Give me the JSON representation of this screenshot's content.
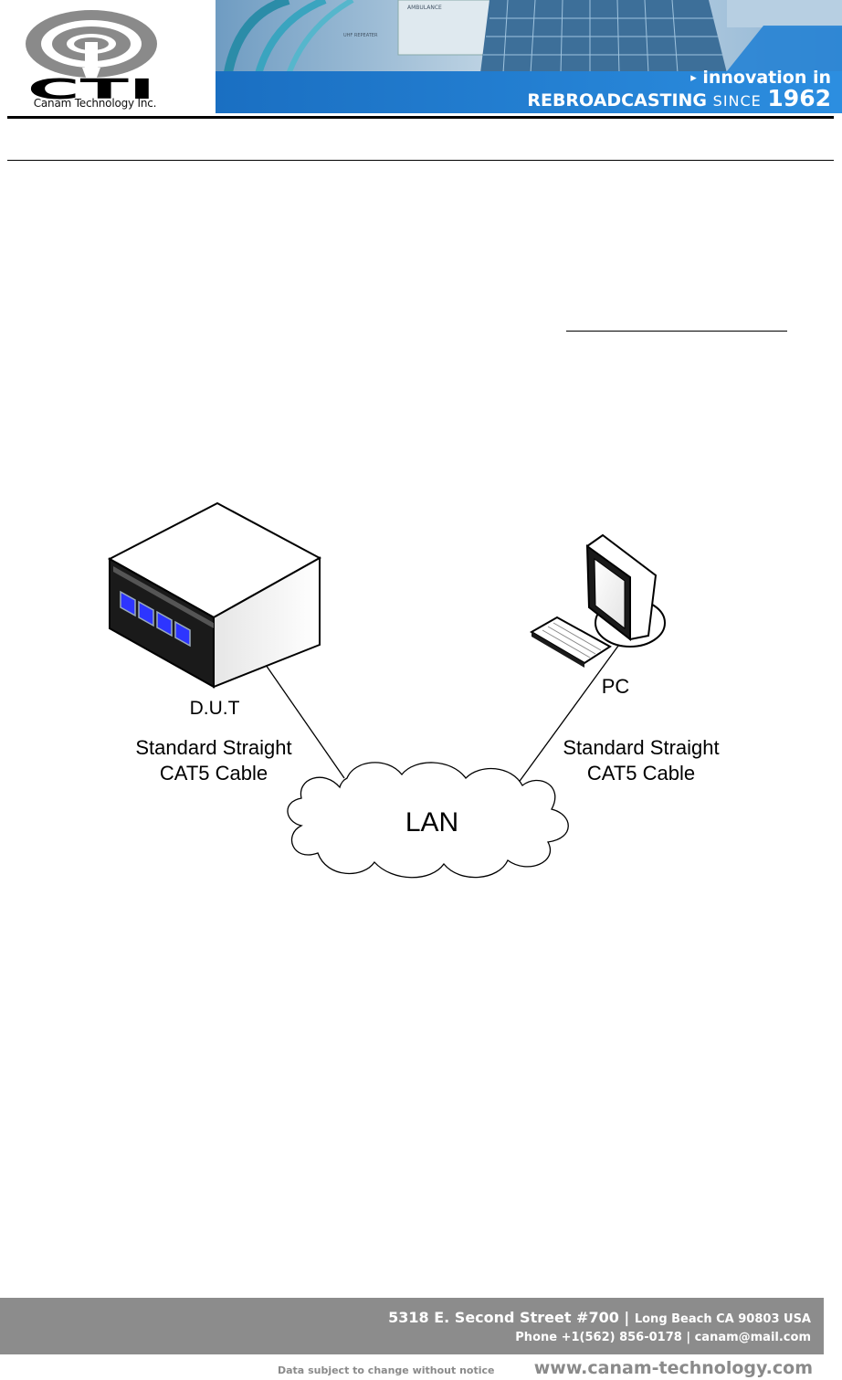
{
  "header": {
    "logo_text": "CTI",
    "company_name": "Canam Technology Inc.",
    "banner_signs": [
      "AMBULANCE",
      "UHF REPEATER"
    ],
    "tagline_arrow": "▸",
    "tagline_line1": "innovation in",
    "tagline_word": "REBROADCASTING",
    "tagline_since": "SINCE",
    "tagline_year": "1962"
  },
  "diagram": {
    "device_label": "D.U.T",
    "pc_label": "PC",
    "left_cable_line1": "Standard Straight",
    "left_cable_line2": "CAT5 Cable",
    "right_cable_line1": "Standard Straight",
    "right_cable_line2": "CAT5 Cable",
    "lan_label": "LAN"
  },
  "footer": {
    "address_street": "5318 E. Second Street  #700 |",
    "address_city": "Long Beach CA 90803 USA",
    "contact": "Phone +1(562) 856-0178 | canam@mail.com",
    "notice": "Data subject to change without notice",
    "website": "www.canam-technology.com"
  }
}
